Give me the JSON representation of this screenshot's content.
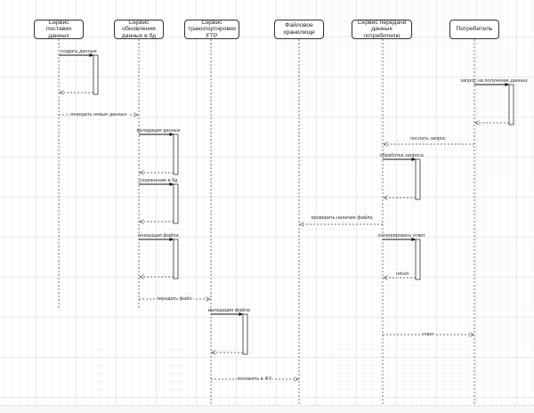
{
  "diagram": {
    "type": "sequence",
    "participants": [
      {
        "id": "p1",
        "label": "Сервис поставки данных"
      },
      {
        "id": "p2",
        "label": "Сервис обновления данных в бд"
      },
      {
        "id": "p3",
        "label": "Сервис транспортировки FTP"
      },
      {
        "id": "p4",
        "label": "Файловое хранилище"
      },
      {
        "id": "p5",
        "label": "Сервис передачи данных потребителю"
      },
      {
        "id": "p6",
        "label": "Потребитель"
      }
    ],
    "messages": [
      {
        "id": "m1",
        "from": "p1",
        "to": "p1",
        "kind": "self-call",
        "label": "создать данные"
      },
      {
        "id": "m2",
        "from": "p1",
        "to": "p2",
        "kind": "async-dashed",
        "label": "передать новые данные"
      },
      {
        "id": "m3",
        "from": "p2",
        "to": "p2",
        "kind": "self-call",
        "label": "валидация данных"
      },
      {
        "id": "m4",
        "from": "p2",
        "to": "p2",
        "kind": "self-call",
        "label": "сохранение в бд"
      },
      {
        "id": "m5",
        "from": "p2",
        "to": "p2",
        "kind": "self-call",
        "label": "генерация файла"
      },
      {
        "id": "m6",
        "from": "p2",
        "to": "p3",
        "kind": "async-dashed",
        "label": "передать файл"
      },
      {
        "id": "m7",
        "from": "p3",
        "to": "p3",
        "kind": "self-call",
        "label": "валидация файла"
      },
      {
        "id": "m8",
        "from": "p3",
        "to": "p4",
        "kind": "async-dashed",
        "label": "положить в ФХ"
      },
      {
        "id": "m9",
        "from": "p6",
        "to": "p6",
        "kind": "self-call",
        "label": "запрос на получение данных"
      },
      {
        "id": "m10",
        "from": "p6",
        "to": "p5",
        "kind": "return-dashed",
        "label": "послать запрос"
      },
      {
        "id": "m11",
        "from": "p5",
        "to": "p5",
        "kind": "self-call",
        "label": "обработка запроса"
      },
      {
        "id": "m12",
        "from": "p5",
        "to": "p4",
        "kind": "return-dashed",
        "label": "проверить наличие файла"
      },
      {
        "id": "m13",
        "from": "p5",
        "to": "p5",
        "kind": "self-call",
        "label": "сгенерировать ответ",
        "return_label": "return"
      },
      {
        "id": "m14",
        "from": "p5",
        "to": "p6",
        "kind": "async-dashed",
        "label": "ответ"
      }
    ]
  }
}
